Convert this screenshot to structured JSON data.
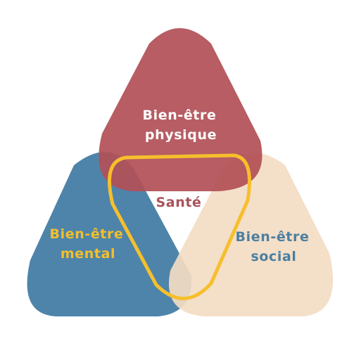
{
  "diagram": {
    "physical": {
      "line1": "Bien-être",
      "line2": "physique",
      "fill": "#b15157",
      "text_color": "#ffffff"
    },
    "mental": {
      "line1": "Bien-être",
      "line2": "mental",
      "fill": "#3f7aa3",
      "text_color": "#f3bf2a"
    },
    "social": {
      "line1": "Bien-être",
      "line2": "social",
      "fill": "#f3dcc3",
      "text_color": "#4a7fa1"
    },
    "center": {
      "label": "Santé",
      "outline_color": "#f6bf2c",
      "text_color": "#a9525a"
    }
  }
}
